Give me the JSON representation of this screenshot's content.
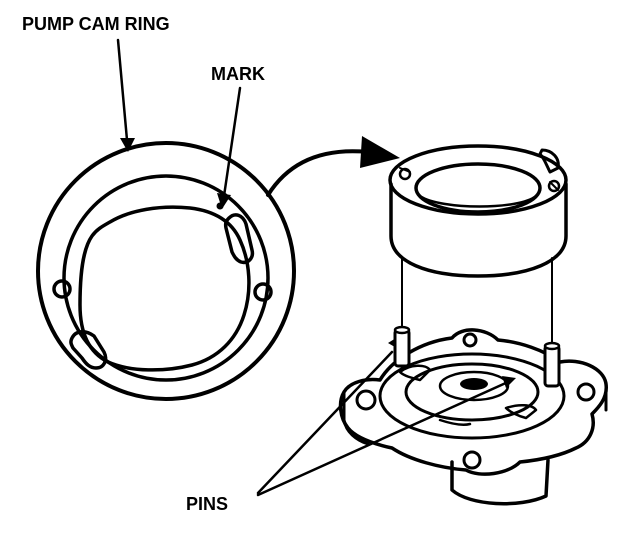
{
  "labels": {
    "pump_cam_ring": "PUMP CAM RING",
    "mark": "MARK",
    "pins": "PINS"
  },
  "colors": {
    "ink": "#000000",
    "paper": "#ffffff"
  }
}
